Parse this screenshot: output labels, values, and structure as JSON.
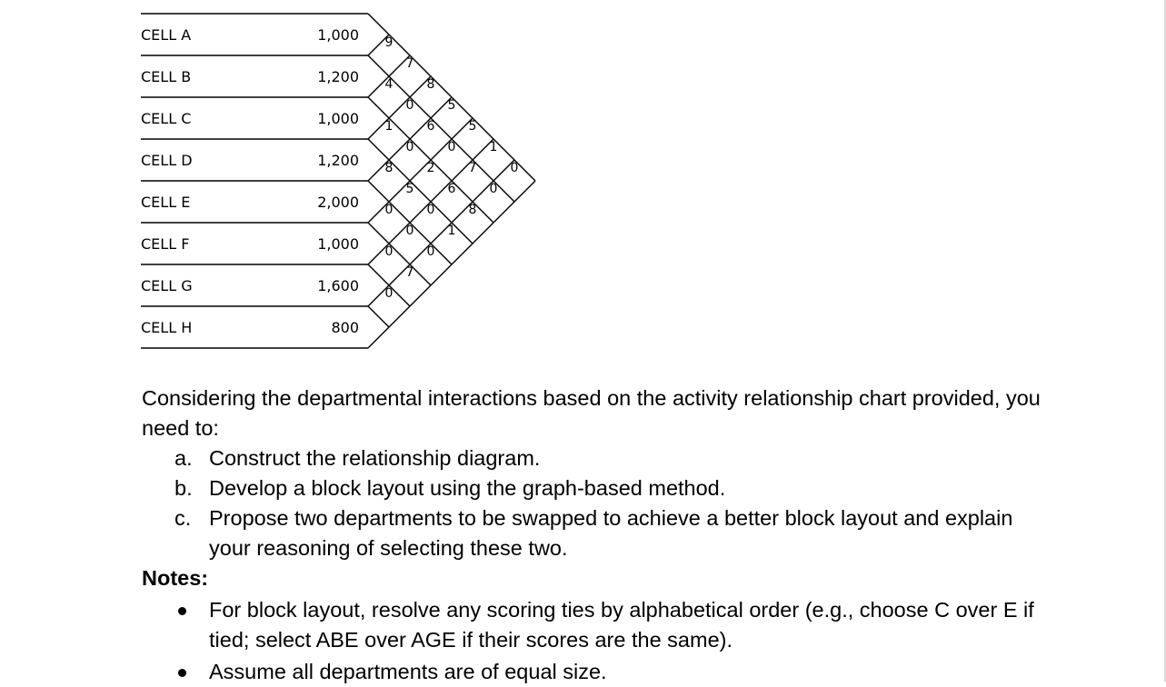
{
  "chart": {
    "cells": [
      {
        "name": "CELL A",
        "area": "1,000"
      },
      {
        "name": "CELL B",
        "area": "1,200"
      },
      {
        "name": "CELL C",
        "area": "1,000"
      },
      {
        "name": "CELL D",
        "area": "1,200"
      },
      {
        "name": "CELL E",
        "area": "2,000"
      },
      {
        "name": "CELL F",
        "area": "1,000"
      },
      {
        "name": "CELL G",
        "area": "1,600"
      },
      {
        "name": "CELL H",
        "area": "800"
      }
    ],
    "pairs": [
      {
        "a": "CELL A",
        "b": "CELL B",
        "code": "9"
      },
      {
        "a": "CELL A",
        "b": "CELL C",
        "code": "7"
      },
      {
        "a": "CELL A",
        "b": "CELL D",
        "code": "8"
      },
      {
        "a": "CELL A",
        "b": "CELL E",
        "code": "5"
      },
      {
        "a": "CELL A",
        "b": "CELL F",
        "code": "5"
      },
      {
        "a": "CELL A",
        "b": "CELL G",
        "code": "1"
      },
      {
        "a": "CELL A",
        "b": "CELL H",
        "code": "0"
      },
      {
        "a": "CELL B",
        "b": "CELL C",
        "code": "4"
      },
      {
        "a": "CELL B",
        "b": "CELL D",
        "code": "0"
      },
      {
        "a": "CELL B",
        "b": "CELL E",
        "code": "6"
      },
      {
        "a": "CELL B",
        "b": "CELL F",
        "code": "0"
      },
      {
        "a": "CELL B",
        "b": "CELL G",
        "code": "7"
      },
      {
        "a": "CELL B",
        "b": "CELL H",
        "code": "0"
      },
      {
        "a": "CELL C",
        "b": "CELL D",
        "code": "1"
      },
      {
        "a": "CELL C",
        "b": "CELL E",
        "code": "0"
      },
      {
        "a": "CELL C",
        "b": "CELL F",
        "code": "2"
      },
      {
        "a": "CELL C",
        "b": "CELL G",
        "code": "6"
      },
      {
        "a": "CELL C",
        "b": "CELL H",
        "code": "8"
      },
      {
        "a": "CELL D",
        "b": "CELL E",
        "code": "8"
      },
      {
        "a": "CELL D",
        "b": "CELL F",
        "code": "5"
      },
      {
        "a": "CELL D",
        "b": "CELL G",
        "code": "0"
      },
      {
        "a": "CELL D",
        "b": "CELL H",
        "code": "1"
      },
      {
        "a": "CELL E",
        "b": "CELL F",
        "code": "0"
      },
      {
        "a": "CELL E",
        "b": "CELL G",
        "code": "0"
      },
      {
        "a": "CELL E",
        "b": "CELL H",
        "code": "0"
      },
      {
        "a": "CELL F",
        "b": "CELL G",
        "code": "0"
      },
      {
        "a": "CELL F",
        "b": "CELL H",
        "code": "7"
      },
      {
        "a": "CELL G",
        "b": "CELL H",
        "code": "0"
      }
    ]
  },
  "instructions": {
    "intro": "Considering the departmental interactions based on the activity relationship chart provided, you need to:",
    "tasks": [
      {
        "marker": "a.",
        "text": "Construct the relationship diagram."
      },
      {
        "marker": "b.",
        "text": "Develop a block layout using the graph-based method."
      },
      {
        "marker": "c.",
        "text": "Propose two departments to be swapped to achieve a better block layout and explain your reasoning of selecting these two."
      }
    ],
    "notes_heading": "Notes:",
    "notes": [
      "For block layout, resolve any scoring ties by alphabetical order (e.g., choose C over E if tied; select ABE over AGE if their scores are the same).",
      "Assume all departments are of equal size."
    ]
  }
}
